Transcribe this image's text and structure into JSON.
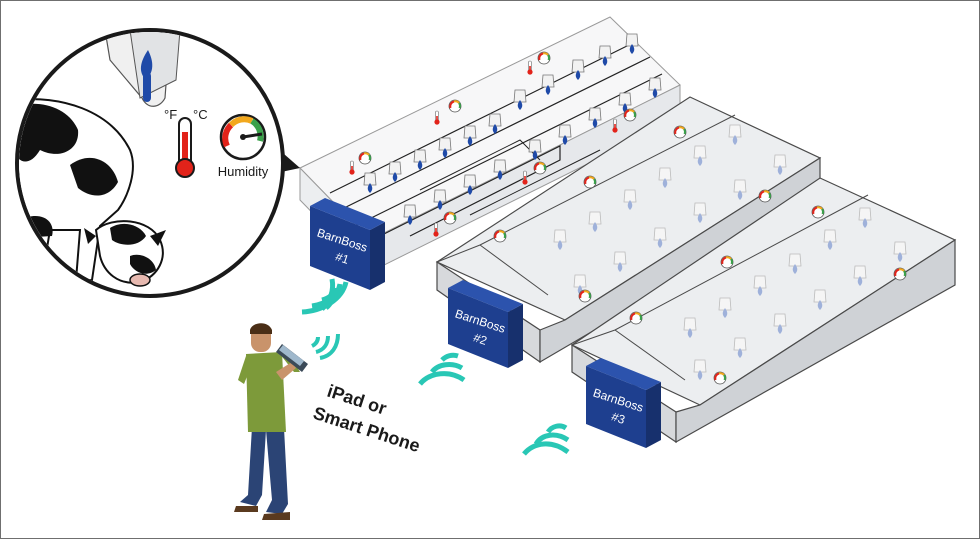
{
  "colors": {
    "frame": "#6f6f6f",
    "barn_roof": "#e9eaec",
    "barn_wall": "#d7d9dc",
    "barn_outline": "#4a4a4a",
    "controller": "#1e3f8f",
    "controller_dark": "#17306d",
    "wifi": "#29c7b5",
    "water_drop": "#1f4aa8",
    "thermo_red": "#e2231a",
    "shirt": "#7d9a3a",
    "pants": "#2b4475"
  },
  "controllers": [
    {
      "name": "BarnBoss",
      "number": "#1"
    },
    {
      "name": "BarnBoss",
      "number": "#2"
    },
    {
      "name": "BarnBoss",
      "number": "#3"
    }
  ],
  "callout": {
    "unit_f": "°F",
    "unit_c": "°C",
    "humidity_label": "Humidity"
  },
  "device_label": {
    "line1": "iPad or",
    "line2": "Smart Phone"
  },
  "icons": [
    "cow-illustration",
    "water-drop-icon",
    "thermometer-icon",
    "humidity-gauge-icon",
    "wifi-signal-icon",
    "person-with-tablet"
  ]
}
